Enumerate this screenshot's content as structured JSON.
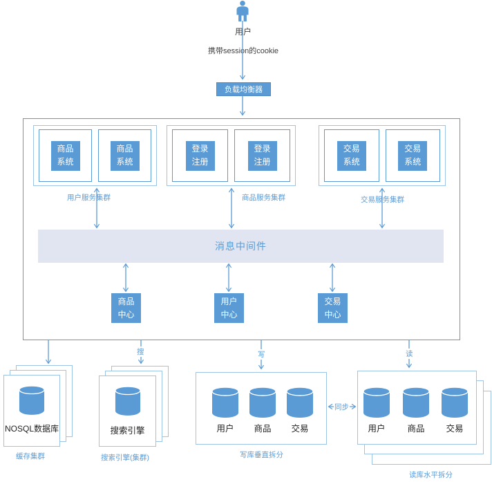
{
  "palette": {
    "accent_blue": "#5B9BD5",
    "bar_fill": "#E0E5F1",
    "light_border": "#9DC3E6",
    "dark_text": "#3F3F3F"
  },
  "top": {
    "user_label": "用户",
    "session_label": "携带session的cookie",
    "load_balancer_label": "负载均衡器"
  },
  "clusters": [
    {
      "label": "用户服务集群",
      "nodes": [
        {
          "line1": "商品",
          "line2": "系统"
        },
        {
          "line1": "商品",
          "line2": "系统"
        }
      ]
    },
    {
      "label": "商品服务集群",
      "nodes": [
        {
          "line1": "登录",
          "line2": "注册"
        },
        {
          "line1": "登录",
          "line2": "注册"
        }
      ]
    },
    {
      "label": "交易服务集群",
      "nodes": [
        {
          "line1": "交易",
          "line2": "系统"
        },
        {
          "line1": "交易",
          "line2": "系统"
        }
      ]
    }
  ],
  "middleware": {
    "label": "消息中间件"
  },
  "centers": [
    {
      "line1": "商品",
      "line2": "中心"
    },
    {
      "line1": "用户",
      "line2": "中心"
    },
    {
      "line1": "交易",
      "line2": "中心"
    }
  ],
  "storage": {
    "cache": {
      "node_label": "NOSQL数据库",
      "caption": "缓存集群"
    },
    "search": {
      "node_label": "搜索引擎",
      "caption": "搜索引擎(集群)",
      "arrow_label": "搜"
    },
    "write_db": {
      "items": [
        "用户",
        "商品",
        "交易"
      ],
      "caption": "写库垂直拆分",
      "arrow_label": "写"
    },
    "read_db": {
      "items": [
        "用户",
        "商品",
        "交易"
      ],
      "caption": "读库水平拆分",
      "arrow_label": "读"
    },
    "sync_label": "同步"
  }
}
